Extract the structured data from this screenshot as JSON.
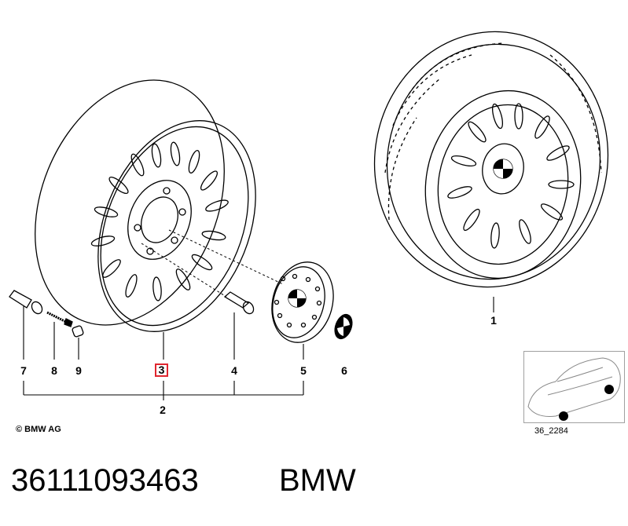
{
  "callouts": {
    "c1": "1",
    "c2": "2",
    "c3": "3",
    "c4": "4",
    "c5": "5",
    "c6": "6",
    "c7": "7",
    "c8": "8",
    "c9": "9"
  },
  "copyright": "© BMW AG",
  "inset_code": "36_2284",
  "part_number": "36111093463",
  "brand": "BMW",
  "colors": {
    "highlight": "#e0262f",
    "line": "#000000"
  }
}
